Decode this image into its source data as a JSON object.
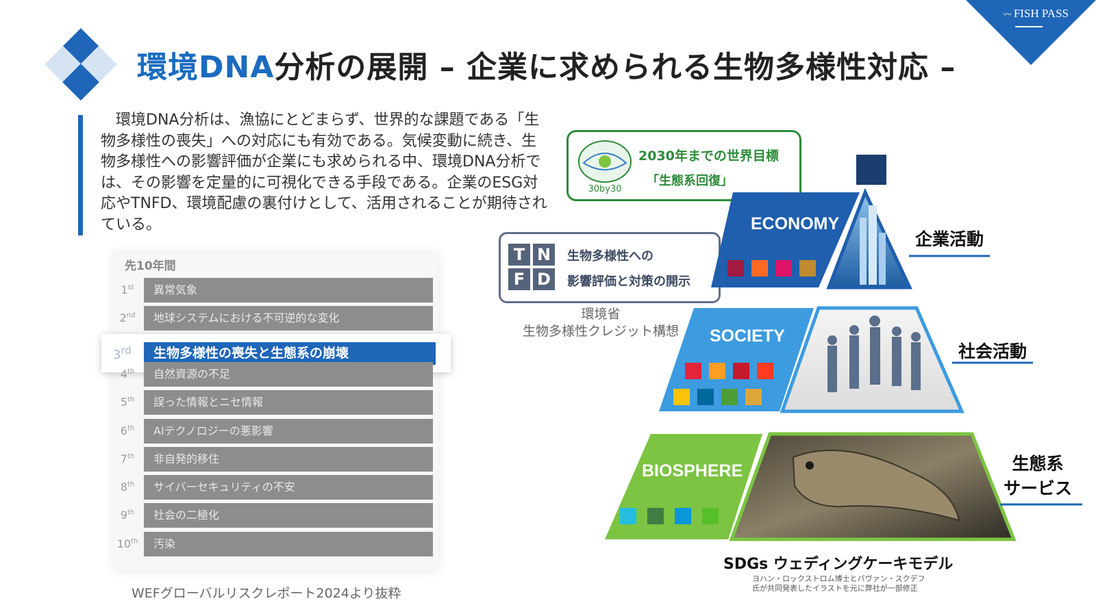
{
  "title": {
    "accent": "環境DNA",
    "rest": "分析の展開 – 企業に求められる生物多様性対応 –"
  },
  "brand": "FISH PASS",
  "intro": "環境DNA分析は、漁協にとどまらず、世界的な課題である「生物多様性の喪失」への対応にも有効である。気候変動に続き、生物多様性への影響評価が企業にも求められる中、環境DNA分析では、その影響を定量的に可視化できる手段である。企業のESG対応やTNFD、環境配慮の裏付けとして、活用されることが期待されている。",
  "risks": {
    "heading": "先10年間",
    "items": [
      {
        "rank": "1",
        "suffix": "st",
        "label": "異常気象"
      },
      {
        "rank": "2",
        "suffix": "nd",
        "label": "地球システムにおける不可逆的な変化"
      },
      {
        "rank": "3",
        "suffix": "rd",
        "label": "生物多様性の喪失と生態系の崩壊"
      },
      {
        "rank": "4",
        "suffix": "th",
        "label": "自然資源の不足"
      },
      {
        "rank": "5",
        "suffix": "th",
        "label": "誤った情報とニセ情報"
      },
      {
        "rank": "6",
        "suffix": "th",
        "label": "AIテクノロジーの悪影響"
      },
      {
        "rank": "7",
        "suffix": "th",
        "label": "非自発的移住"
      },
      {
        "rank": "8",
        "suffix": "th",
        "label": "サイバーセキュリティの不安"
      },
      {
        "rank": "9",
        "suffix": "th",
        "label": "社会の二極化"
      },
      {
        "rank": "10",
        "suffix": "th",
        "label": "汚染"
      }
    ],
    "source": "WEFグローバルリスクレポート2024より抜粋"
  },
  "goal": {
    "logo_text": "30by30",
    "line1": "2030年までの世界目標",
    "line2": "「生態系回復」"
  },
  "tnfd": {
    "letters": [
      "T",
      "N",
      "F",
      "D"
    ],
    "line1": "生物多様性への",
    "line2": "影響評価と対策の開示"
  },
  "moe": {
    "line1": "環境省",
    "line2": "生物多様性クレジット構想"
  },
  "layers": {
    "economy": {
      "label": "ECONOMY",
      "side": "企業活動",
      "color": "#1f5fad"
    },
    "society": {
      "label": "SOCIETY",
      "side": "社会活動",
      "color": "#3d9be0"
    },
    "biosphere": {
      "label": "BIOSPHERE",
      "side_line1": "生態系",
      "side_line2": "サービス",
      "color": "#7cc442"
    }
  },
  "model_title": "SDGs ウェディングケーキモデル",
  "credit": {
    "line1": "ヨハン・ロックストロム博士とパヴァン・スクデフ",
    "line2": "氏が共同発表したイラストを元に弊社が一部修正"
  },
  "colors": {
    "accent": "#1a6bbf",
    "green": "#2e8b3a",
    "gray": "#8d8d8d"
  }
}
